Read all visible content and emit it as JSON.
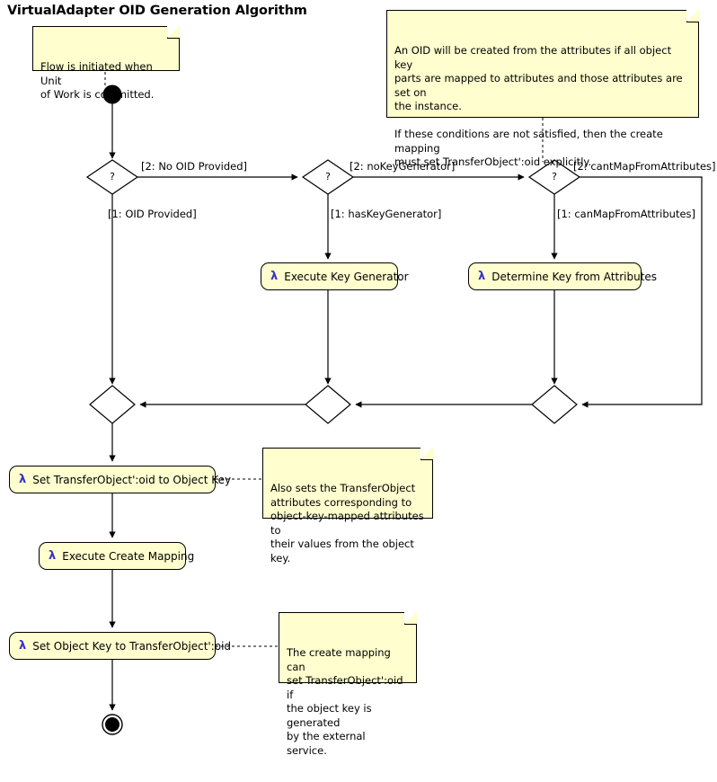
{
  "diagram": {
    "title": "VirtualAdapter OID Generation Algorithm",
    "type": "uml-activity-diagram",
    "background_color": "#FFFFFF",
    "node_fill_color": "#FEFECE",
    "node_border_color": "#000000",
    "lambda_icon_color": "#3333CC",
    "edge_color": "#000000"
  },
  "notes": [
    {
      "id": "note-start",
      "text": "Flow is initiated when Unit\nof Work is committed.",
      "attached_to": "start-node"
    },
    {
      "id": "note-oid-attributes",
      "text": "An OID will be created from the attributes if all object key\nparts are mapped to attributes and those attributes are set on\nthe instance.\n\nIf these conditions are not satisfied, then the create mapping\nmust set TransferObject':oid explicitly.",
      "attached_to": "decision-can-map-from-attributes"
    },
    {
      "id": "note-also-sets",
      "text": "Also sets the TransferObject\nattributes corresponding to\nobject-key-mapped attributes to\ntheir values from the object key.",
      "attached_to": "action-set-transferobject-oid"
    },
    {
      "id": "note-create-mapping",
      "text": "The create mapping can\nset TransferObject':oid if\nthe object key is generated\nby the external service.",
      "attached_to": "action-set-object-key"
    }
  ],
  "nodes": {
    "start": {
      "kind": "initial-node",
      "label": ""
    },
    "end": {
      "kind": "final-node",
      "label": ""
    },
    "decisions": [
      {
        "id": "decision-oid-provided",
        "label": "?"
      },
      {
        "id": "decision-key-generator",
        "label": "?"
      },
      {
        "id": "decision-map-from-attributes",
        "label": "?"
      }
    ],
    "merges": [
      {
        "id": "merge-1",
        "label": ""
      },
      {
        "id": "merge-2",
        "label": ""
      },
      {
        "id": "merge-3",
        "label": ""
      }
    ],
    "actions": [
      {
        "id": "action-execute-key-generator",
        "icon": "lambda-icon",
        "icon_glyph": "λ",
        "label": "Execute Key Generator"
      },
      {
        "id": "action-determine-key",
        "icon": "lambda-icon",
        "icon_glyph": "λ",
        "label": "Determine Key from Attributes"
      },
      {
        "id": "action-set-transferobject-oid",
        "icon": "lambda-icon",
        "icon_glyph": "λ",
        "label": "Set TransferObject':oid to Object Key"
      },
      {
        "id": "action-execute-create-mapping",
        "icon": "lambda-icon",
        "icon_glyph": "λ",
        "label": "Execute Create Mapping"
      },
      {
        "id": "action-set-object-key",
        "icon": "lambda-icon",
        "icon_glyph": "λ",
        "label": "Set Object Key to TransferObject':oid"
      }
    ]
  },
  "edge_labels": [
    {
      "id": "edge-no-oid-provided",
      "text": "[2: No OID Provided]"
    },
    {
      "id": "edge-oid-provided",
      "text": "[1: OID Provided]"
    },
    {
      "id": "edge-no-key-generator",
      "text": "[2: noKeyGenerator]"
    },
    {
      "id": "edge-has-key-generator",
      "text": "[1: hasKeyGenerator]"
    },
    {
      "id": "edge-cant-map-from-attributes",
      "text": "[2: cantMapFromAttributes]"
    },
    {
      "id": "edge-can-map-from-attributes",
      "text": "[1: canMapFromAttributes]"
    }
  ]
}
